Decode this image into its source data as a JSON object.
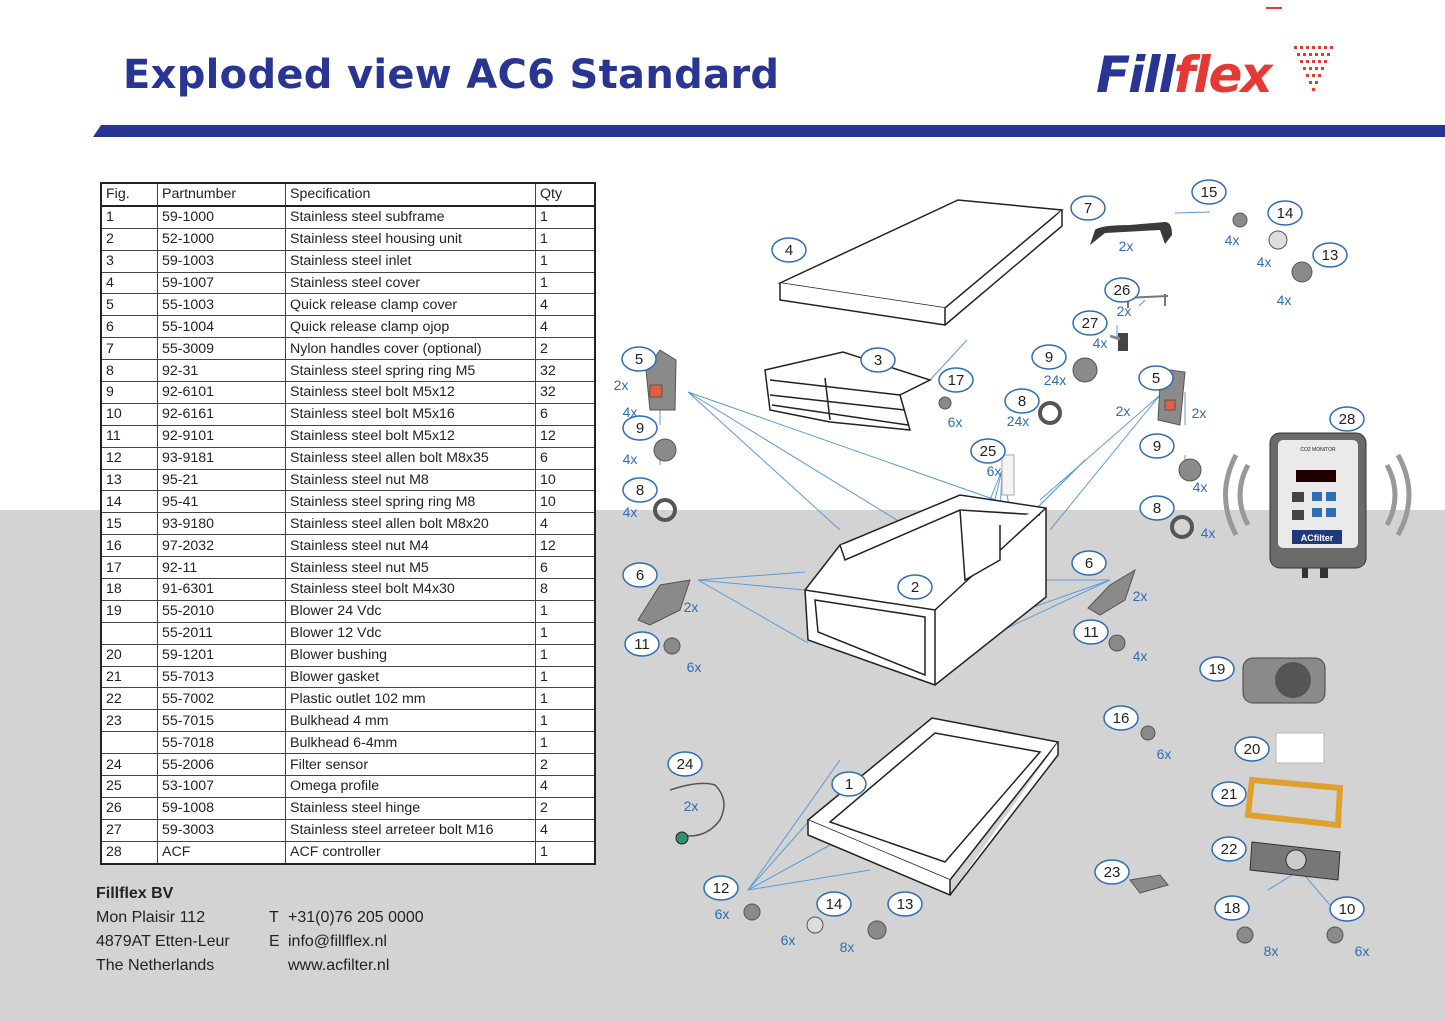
{
  "header": {
    "title": "Exploded view AC6 Standard",
    "logo_part1": "Fill",
    "logo_part2": "flex"
  },
  "colors": {
    "brand_blue": "#283593",
    "brand_red": "#e53935",
    "callout_blue": "#2f6db5",
    "background_grey": "#d3d3d3"
  },
  "table": {
    "headers": [
      "Fig.",
      "Partnumber",
      "Specification",
      "Qty"
    ],
    "rows": [
      [
        "1",
        "59-1000",
        "Stainless steel subframe",
        "1"
      ],
      [
        "2",
        "52-1000",
        "Stainless steel housing unit",
        "1"
      ],
      [
        "3",
        "59-1003",
        "Stainless steel inlet",
        "1"
      ],
      [
        "4",
        "59-1007",
        "Stainless steel cover",
        "1"
      ],
      [
        "5",
        "55-1003",
        "Quick release clamp cover",
        "4"
      ],
      [
        "6",
        "55-1004",
        "Quick release clamp ojop",
        "4"
      ],
      [
        "7",
        "55-3009",
        "Nylon handles cover (optional)",
        "2"
      ],
      [
        "8",
        "92-31",
        "Stainless steel spring ring M5",
        "32"
      ],
      [
        "9",
        "92-6101",
        "Stainless steel bolt M5x12",
        "32"
      ],
      [
        "10",
        "92-6161",
        "Stainless steel bolt M5x16",
        "6"
      ],
      [
        "11",
        "92-9101",
        "Stainless steel bolt M5x12",
        "12"
      ],
      [
        "12",
        "93-9181",
        "Stainless steel allen bolt M8x35",
        "6"
      ],
      [
        "13",
        "95-21",
        "Stainless steel nut M8",
        "10"
      ],
      [
        "14",
        "95-41",
        "Stainless steel spring ring M8",
        "10"
      ],
      [
        "15",
        "93-9180",
        "Stainless steel allen bolt M8x20",
        "4"
      ],
      [
        "16",
        "97-2032",
        "Stainless steel nut M4",
        "12"
      ],
      [
        "17",
        "92-11",
        "Stainless steel nut M5",
        "6"
      ],
      [
        "18",
        "91-6301",
        "Stainless steel bolt M4x30",
        "8"
      ],
      [
        "19",
        "55-2010",
        "Blower 24 Vdc",
        "1"
      ],
      [
        "",
        "55-2011",
        "Blower 12 Vdc",
        "1"
      ],
      [
        "20",
        "59-1201",
        "Blower bushing",
        "1"
      ],
      [
        "21",
        "55-7013",
        "Blower gasket",
        "1"
      ],
      [
        "22",
        "55-7002",
        "Plastic outlet 102 mm",
        "1"
      ],
      [
        "23",
        "55-7015",
        "Bulkhead 4 mm",
        "1"
      ],
      [
        "",
        "55-7018",
        "Bulkhead 6-4mm",
        "1"
      ],
      [
        "24",
        "55-2006",
        "Filter sensor",
        "2"
      ],
      [
        "25",
        "53-1007",
        "Omega profile",
        "4"
      ],
      [
        "26",
        "59-1008",
        "Stainless steel hinge",
        "2"
      ],
      [
        "27",
        "59-3003",
        "Stainless steel arreteer bolt M16",
        "4"
      ],
      [
        "28",
        "ACF",
        "ACF controller",
        "1"
      ]
    ]
  },
  "company": {
    "name": "Fillflex BV",
    "address1": "Mon Plaisir 112",
    "address2": "4879AT Etten-Leur",
    "country": "The Netherlands",
    "phone_label": "T",
    "phone": "+31(0)76 205 0000",
    "email_label": "E",
    "email": "info@fillflex.nl",
    "website": "www.acfilter.nl"
  },
  "diagram": {
    "callouts": [
      {
        "n": "1"
      },
      {
        "n": "2"
      },
      {
        "n": "3"
      },
      {
        "n": "4"
      },
      {
        "n": "5"
      },
      {
        "n": "5"
      },
      {
        "n": "6"
      },
      {
        "n": "6"
      },
      {
        "n": "7"
      },
      {
        "n": "8"
      },
      {
        "n": "8"
      },
      {
        "n": "8"
      },
      {
        "n": "9"
      },
      {
        "n": "9"
      },
      {
        "n": "9"
      },
      {
        "n": "10"
      },
      {
        "n": "11"
      },
      {
        "n": "11"
      },
      {
        "n": "12"
      },
      {
        "n": "13"
      },
      {
        "n": "13"
      },
      {
        "n": "14"
      },
      {
        "n": "14"
      },
      {
        "n": "15"
      },
      {
        "n": "16"
      },
      {
        "n": "17"
      },
      {
        "n": "18"
      },
      {
        "n": "19"
      },
      {
        "n": "20"
      },
      {
        "n": "21"
      },
      {
        "n": "22"
      },
      {
        "n": "23"
      },
      {
        "n": "24"
      },
      {
        "n": "25"
      },
      {
        "n": "26"
      },
      {
        "n": "27"
      },
      {
        "n": "28"
      }
    ],
    "quantities": [
      "2x",
      "4x",
      "4x",
      "2x",
      "4x",
      "4x",
      "24x",
      "24x",
      "4x",
      "4x",
      "2x",
      "2x",
      "6x",
      "2x",
      "6x",
      "2x",
      "4x",
      "4x",
      "4x",
      "6x",
      "2x",
      "8x",
      "6x",
      "6x",
      "6x",
      "8x",
      "6x",
      "4x",
      "2x"
    ],
    "controller": {
      "display_title": "CO2 MONITOR",
      "brand": "ACfilter"
    }
  }
}
